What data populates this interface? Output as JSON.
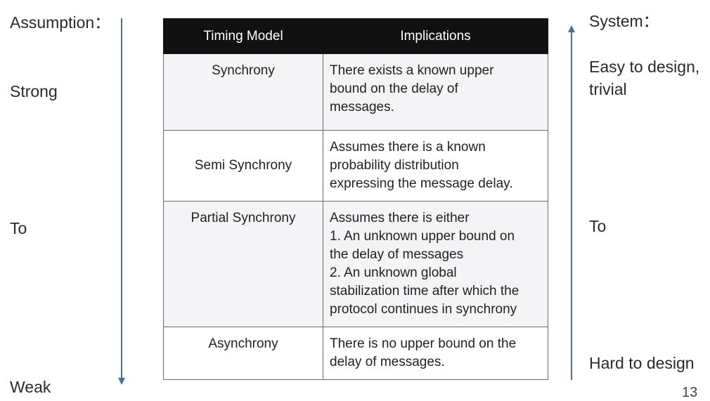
{
  "left": {
    "heading": "Assumption：",
    "strong": "Strong",
    "to": "To",
    "weak": "Weak"
  },
  "right": {
    "heading": "System：",
    "easy_line1": "Easy to design,",
    "easy_line2": "trivial",
    "to": "To",
    "hard": "Hard to design"
  },
  "table": {
    "headers": [
      "Timing Model",
      "Implications"
    ],
    "rows": [
      {
        "model": "Synchrony",
        "lines": [
          "There exists a known upper",
          "bound on the delay of",
          "messages."
        ]
      },
      {
        "model": "Semi Synchrony",
        "lines": [
          "Assumes there is a known",
          "probability distribution",
          "expressing the message delay."
        ]
      },
      {
        "model": "Partial Synchrony",
        "lines": [
          "Assumes there is either",
          "1. An unknown upper bound on",
          "the delay of messages",
          "2.  An unknown global",
          "stabilization time after which the",
          "protocol continues in synchrony"
        ]
      },
      {
        "model": "Asynchrony",
        "lines": [
          "There is no upper bound on the",
          "delay of messages."
        ]
      }
    ]
  },
  "page_number": "13",
  "colors": {
    "arrow": "#4a6f9a",
    "header_bg": "#111111",
    "header_text": "#ffffff"
  }
}
